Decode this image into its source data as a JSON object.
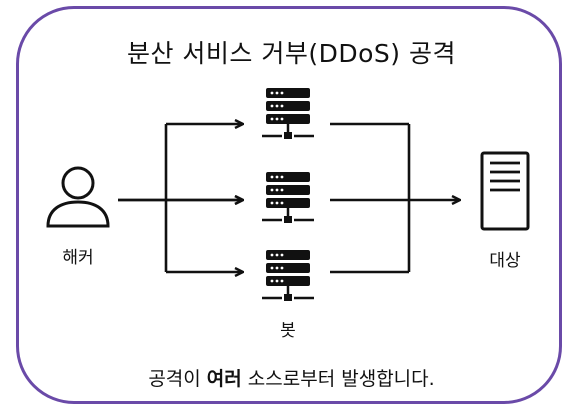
{
  "title": "분산 서비스 거부(DDoS) 공격",
  "nodes": {
    "hacker_label": "해커",
    "bot_label": "봇",
    "target_label": "대상"
  },
  "footer": {
    "prefix": "공격이 ",
    "emphasis": "여러",
    "suffix": " 소스로부터 발생합니다."
  },
  "icons": {
    "hacker": "user-icon",
    "bot": "server-rack-icon",
    "target": "document-server-icon"
  },
  "colors": {
    "frame": "#6a4aa8",
    "ink": "#111111"
  }
}
